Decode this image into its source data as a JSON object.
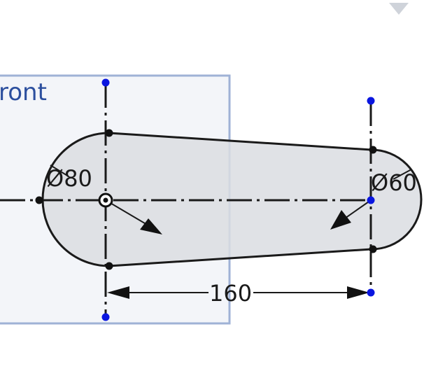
{
  "plane": {
    "label": "ront"
  },
  "dimensions": {
    "left_diameter": "Ø80",
    "right_diameter": "Ø60",
    "center_distance": "160"
  },
  "icons": {
    "view_dropdown": "chevron-down-icon"
  },
  "colors": {
    "plane_fill": "#e8edf5",
    "plane_border": "#9fb2d6",
    "plane_label": "#2c4f9e",
    "sketch_fill": "#dcdfe3",
    "sketch_stroke": "#1a1a1a",
    "point_blue": "#0a16e0",
    "point_black": "#111111",
    "dropdown": "#cfd3da"
  }
}
